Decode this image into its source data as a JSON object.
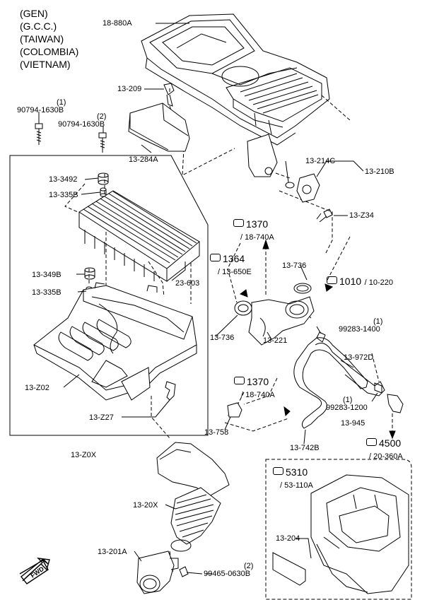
{
  "regions": [
    "(GEN)",
    "(G.C.C.)",
    "(TAIWAN)",
    "(COLOMBIA)",
    "(VIETNAM)"
  ],
  "parts": {
    "p18880A": "18-880A",
    "p13209": "13-209",
    "p90794_1": "90794-1630B",
    "p90794_1_qty": "(1)",
    "p90794_2": "90794-1630B",
    "p90794_2_qty": "(2)",
    "p13284A": "13-284A",
    "p13214C": "13-214C",
    "p13210B": "13-210B",
    "p13Z34": "13-Z34",
    "p133492": "13-3492",
    "p13335B_top": "13-335B",
    "p13349B": "13-349B",
    "p13335B_bot": "13-335B",
    "p23603": "23-603",
    "p13736_top": "13-736",
    "p13736_left": "13-736",
    "p13221": "13-221",
    "p99283_1400": "99283-1400",
    "p99283_1400_qty": "(1)",
    "p13972D": "13-972D",
    "p99283_1200": "99283-1200",
    "p99283_1200_qty": "(1)",
    "p13945": "13-945",
    "p13Z02": "13-Z02",
    "p13Z27": "13-Z27",
    "p13758": "13-758",
    "p13742B": "13-742B",
    "p13Z0X": "13-Z0X",
    "p1320X": "13-20X",
    "p13201A": "13-201A",
    "p99465": "99465-0630B",
    "p99465_qty": "(2)",
    "p13204": "13-204"
  },
  "refs": {
    "r1370a_num": "1370",
    "r1370a_sub": "/ 18-740A",
    "r1364_num": "1364",
    "r1364_sub": "/ 13-650E",
    "r1010_num": "1010",
    "r1010_sub": "/ 10-220",
    "r1370b_num": "1370",
    "r1370b_sub": "/ 18-740A",
    "r4500_num": "4500",
    "r4500_sub": "/ 20-360A",
    "r5310_num": "5310",
    "r5310_sub": "/ 53-110A"
  },
  "fwd": "FWD"
}
